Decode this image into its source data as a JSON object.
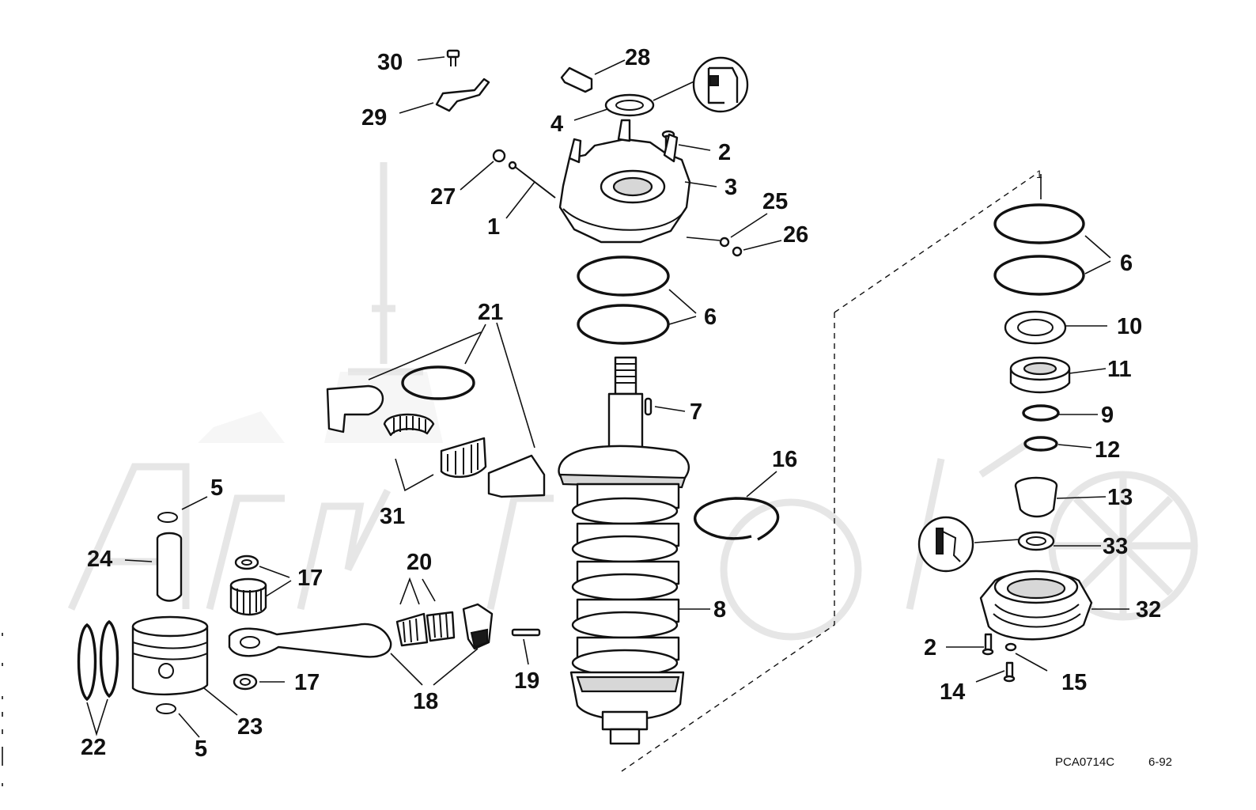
{
  "diagram": {
    "code": "PCA0714C",
    "date": "6-92",
    "callouts": [
      {
        "id": "c30",
        "label": "30"
      },
      {
        "id": "c28",
        "label": "28"
      },
      {
        "id": "c29",
        "label": "29"
      },
      {
        "id": "c4",
        "label": "4"
      },
      {
        "id": "c2a",
        "label": "2"
      },
      {
        "id": "c3",
        "label": "3"
      },
      {
        "id": "c27",
        "label": "27"
      },
      {
        "id": "c1a",
        "label": "1"
      },
      {
        "id": "c25",
        "label": "25"
      },
      {
        "id": "c26",
        "label": "26"
      },
      {
        "id": "c6a",
        "label": "6"
      },
      {
        "id": "c21",
        "label": "21"
      },
      {
        "id": "c7",
        "label": "7"
      },
      {
        "id": "c31",
        "label": "31"
      },
      {
        "id": "c16",
        "label": "16"
      },
      {
        "id": "c5a",
        "label": "5"
      },
      {
        "id": "c24",
        "label": "24"
      },
      {
        "id": "c17a",
        "label": "17"
      },
      {
        "id": "c20",
        "label": "20"
      },
      {
        "id": "c8",
        "label": "8"
      },
      {
        "id": "c17b",
        "label": "17"
      },
      {
        "id": "c19",
        "label": "19"
      },
      {
        "id": "c18",
        "label": "18"
      },
      {
        "id": "c23",
        "label": "23"
      },
      {
        "id": "c22",
        "label": "22"
      },
      {
        "id": "c5b",
        "label": "5"
      },
      {
        "id": "c1b",
        "label": "1"
      },
      {
        "id": "c6b",
        "label": "6"
      },
      {
        "id": "c10",
        "label": "10"
      },
      {
        "id": "c11",
        "label": "11"
      },
      {
        "id": "c9",
        "label": "9"
      },
      {
        "id": "c12",
        "label": "12"
      },
      {
        "id": "c13",
        "label": "13"
      },
      {
        "id": "c33",
        "label": "33"
      },
      {
        "id": "c32",
        "label": "32"
      },
      {
        "id": "c2b",
        "label": "2"
      },
      {
        "id": "c15",
        "label": "15"
      },
      {
        "id": "c14",
        "label": "14"
      }
    ]
  }
}
